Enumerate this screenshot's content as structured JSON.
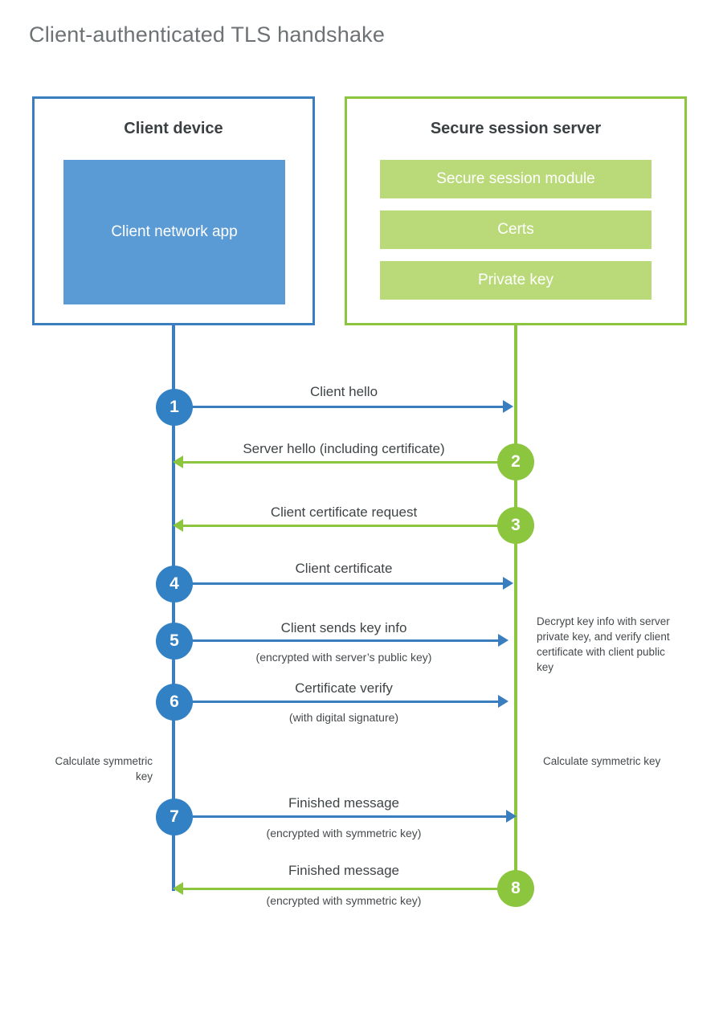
{
  "title": "Client-authenticated TLS handshake",
  "colors": {
    "client_blue": "#3a7ebf",
    "client_circle_blue": "#3281c4",
    "client_app_blue": "#5b9bd5",
    "server_green": "#8cc63f",
    "server_bar_green": "#bada79",
    "text_gray": "#3f4446",
    "title_gray": "#6d7275",
    "background": "#ffffff"
  },
  "client": {
    "title": "Client device",
    "app_label": "Client network app",
    "note": "Calculate symmetric key"
  },
  "server": {
    "title": "Secure session server",
    "bars": [
      {
        "label": "Secure session module"
      },
      {
        "label": "Certs"
      },
      {
        "label": "Private key"
      }
    ],
    "note_decrypt": "Decrypt key info with server private key, and verify client certificate with client public key",
    "note_calculate": "Calculate symmetric key"
  },
  "steps": [
    {
      "number": "1",
      "label": "Client hello",
      "sublabel": "",
      "direction": "client-to-server",
      "color": "blue"
    },
    {
      "number": "2",
      "label": "Server hello (including certificate)",
      "sublabel": "",
      "direction": "server-to-client",
      "color": "green"
    },
    {
      "number": "3",
      "label": "Client certificate request",
      "sublabel": "",
      "direction": "server-to-client",
      "color": "green"
    },
    {
      "number": "4",
      "label": "Client certificate",
      "sublabel": "",
      "direction": "client-to-server",
      "color": "blue"
    },
    {
      "number": "5",
      "label": "Client sends key info",
      "sublabel": "(encrypted with server’s public key)",
      "direction": "client-to-server",
      "color": "blue"
    },
    {
      "number": "6",
      "label": "Certificate verify",
      "sublabel": "(with digital signature)",
      "direction": "client-to-server",
      "color": "blue"
    },
    {
      "number": "7",
      "label": "Finished message",
      "sublabel": "(encrypted with symmetric key)",
      "direction": "client-to-server",
      "color": "blue"
    },
    {
      "number": "8",
      "label": "Finished message",
      "sublabel": "(encrypted with symmetric key)",
      "direction": "server-to-client",
      "color": "green"
    }
  ]
}
